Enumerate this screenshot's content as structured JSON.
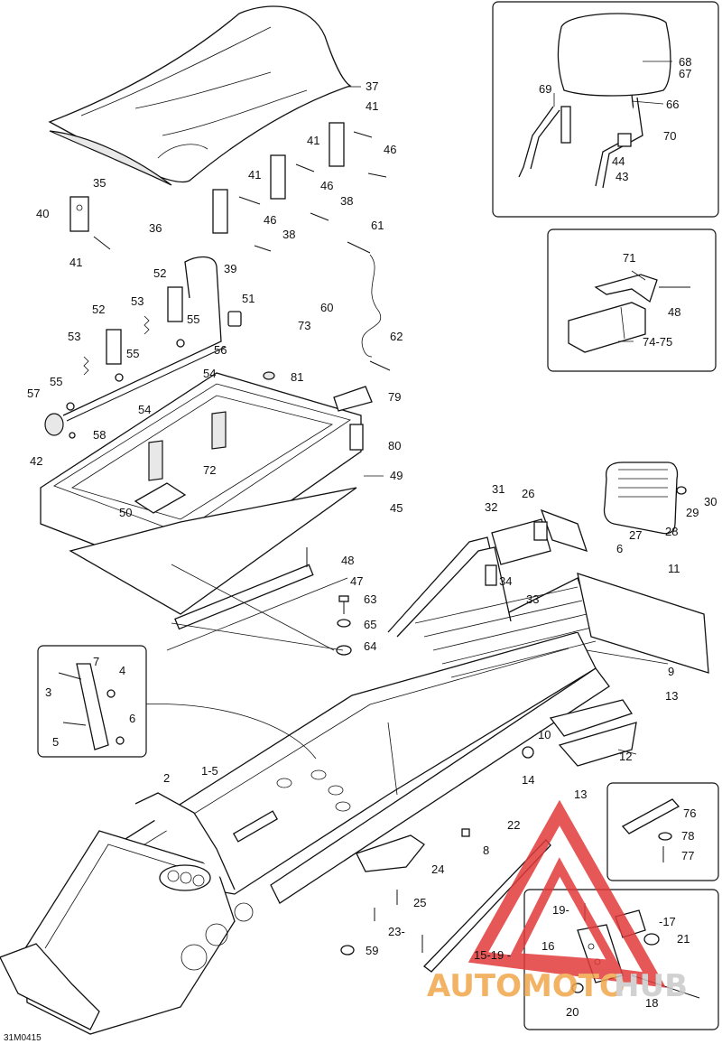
{
  "diagram": {
    "code": "31M0415",
    "watermark": {
      "part1": "AUTOMOTO",
      "part2": "HUB"
    },
    "callouts": {
      "c37": "37",
      "c35": "35",
      "c40": "40",
      "c36": "36",
      "c41a": "41",
      "c41b": "41",
      "c41c": "41",
      "c41d": "41",
      "c46a": "46",
      "c46b": "46",
      "c46c": "46",
      "c38a": "38",
      "c38b": "38",
      "c39": "39",
      "c61": "61",
      "c60": "60",
      "c62": "62",
      "c52a": "52",
      "c52b": "52",
      "c51": "51",
      "c53a": "53",
      "c53b": "53",
      "c55a": "55",
      "c55b": "55",
      "c55c": "55",
      "c56": "56",
      "c54a": "54",
      "c54b": "54",
      "c57": "57",
      "c58": "58",
      "c73": "73",
      "c81": "81",
      "c79": "79",
      "c80": "80",
      "c42": "42",
      "c72": "72",
      "c49": "49",
      "c50": "50",
      "c45": "45",
      "c48a": "48",
      "c47": "47",
      "c63": "63",
      "c65": "65",
      "c64": "64",
      "c68": "68",
      "c67": "67",
      "c69": "69",
      "c66": "66",
      "c70": "70",
      "c44": "44",
      "c43": "43",
      "c71": "71",
      "c48b": "48",
      "c7475": "74-75",
      "c31": "31",
      "c32": "32",
      "c26": "26",
      "c34": "34",
      "c33": "33",
      "c6a": "6",
      "c27": "27",
      "c28": "28",
      "c29": "29",
      "c30": "30",
      "c11": "11",
      "c9": "9",
      "c13a": "13",
      "c13b": "13",
      "c10": "10",
      "c12": "12",
      "c14": "14",
      "c7": "7",
      "c4": "4",
      "c3": "3",
      "c5": "5",
      "c6b": "6",
      "c2": "2",
      "c15": "1-5",
      "c8": "8",
      "c22": "22",
      "c24": "24",
      "c25": "25",
      "c23": "23-",
      "c59": "59",
      "c76": "76",
      "c78": "78",
      "c77": "77",
      "c19": "19-",
      "c17": "-17",
      "c16": "16",
      "c21": "21",
      "c1519": "15-19 -",
      "c20": "20",
      "c18": "18"
    }
  }
}
